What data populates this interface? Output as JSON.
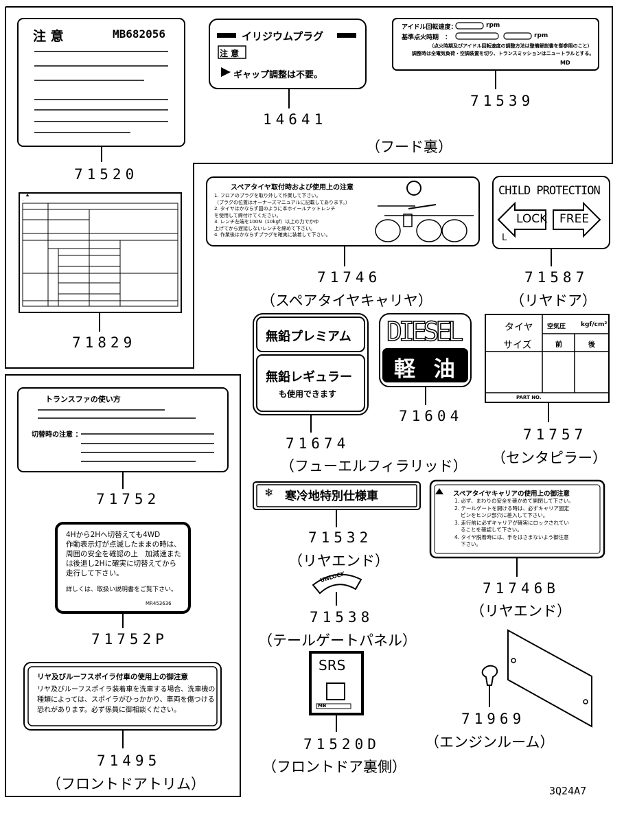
{
  "diagram_code": "3Q24A7",
  "parts": {
    "p71520": {
      "number": "71520",
      "heading": "注 意",
      "code": "MB682056"
    },
    "p14641": {
      "number": "14641",
      "title": "イリジウムプラグ",
      "caution": "注 意",
      "text": "ギャップ調整は不要。"
    },
    "p71539": {
      "number": "71539",
      "line1": "アイドル回転速度：",
      "line2": "基準点火時期　：",
      "unit": "rpm",
      "line3": "（点火時期及びアイドル回転速度の調整方法は整備解説書を御参照のこと）",
      "line4": "調整時は全電気負荷・空調装置を切り、トランスミッションはニュートラルとする。",
      "code": "MD"
    },
    "p71829": {
      "number": "71829"
    },
    "p71746": {
      "number": "71746",
      "location": "（スペアタイヤキャリヤ）",
      "title": "スペアタイヤ取付時および使用上の注意",
      "lines": [
        "1. フロアのプラグを取り外して作業して下さい。",
        "（プラグの位置はオーナーズマニュアルに記載してあります。）",
        "2. タイヤはかならず図のように本ホイールナットレンチ",
        "を使用して締付けてください。",
        "3. レンチ左端を100N（10kgf）以上の力でかゆ",
        "上げてから遅延しないレンチを締めて下さい。",
        "4. 作業後はかならずプラグを確実に装着して下さい。"
      ]
    },
    "p71587": {
      "number": "71587",
      "location": "（リヤドア）",
      "title": "CHILD PROTECTION",
      "lock": "LOCK",
      "free": "FREE",
      "side": "L"
    },
    "p71674": {
      "number": "71674",
      "location": "（フューエルフィラリッド）",
      "premium": "無鉛プレミアム",
      "regular": "無鉛レギュラー",
      "note": "も使用できます"
    },
    "p71604": {
      "number": "71604",
      "diesel": "DIESEL",
      "keiyu": "軽 油"
    },
    "p71757": {
      "number": "71757",
      "location": "（センタピラー）",
      "tire": "タイヤ",
      "size": "サイズ",
      "pressure": "空気圧",
      "unit": "kgf/cm²",
      "front": "前",
      "rear": "後",
      "partno": "PART NO."
    },
    "p71752": {
      "number": "71752",
      "title": "トランスファの使い方",
      "caution": "切替時の注意 ："
    },
    "p71752P": {
      "number": "71752P",
      "lines": [
        "4Hから2Hへ切替えても4WD",
        "作動表示灯が点滅したままの時は、",
        "周囲の安全を確認の上　加減速また",
        "は後退し2Hに確実に切替えてから",
        "走行して下さい。"
      ],
      "detail": "詳しくは、取扱い説明書をご覧下さい。",
      "code": "MR453636"
    },
    "p71532": {
      "number": "71532",
      "location": "（リヤエンド）",
      "text": "寒冷地特別仕様車"
    },
    "p71538": {
      "number": "71538",
      "location": "（テールゲートパネル）",
      "text": "UNLOCK"
    },
    "p71746B": {
      "number": "71746B",
      "location": "（リヤエンド）",
      "title": "スペアタイヤキャリアの使用上の御注意",
      "lines": [
        "1. 必ず、まわりの安全を確かめて開閉して下さい。",
        "2. テールゲートを開ける時は、必ずキャリア固定",
        "ピンをヒンジ部穴に差入して下さい。",
        "3. 走行前に必ずキャリアが確実にロックされてい",
        "ることを確認して下さい。",
        "4. タイヤ脱着時には、手をはさまないよう御注意",
        "下さい。"
      ]
    },
    "p71495": {
      "number": "71495",
      "location": "（フロントドアトリム）",
      "title": "リヤ及びルーフスポイラ付車の使用上の御注意",
      "lines": [
        "リヤ及びルーフスポイラ装着車を洗車する場合、洗車機の",
        "種類によっては、スポイラがひっかかり、車両を傷つける",
        "恐れがあります。必ず係員に御相談ください。"
      ]
    },
    "p71520D": {
      "number": "71520D",
      "location": "（フロントドア裏側）",
      "text": "SRS",
      "code": "MB"
    },
    "p71969": {
      "number": "71969",
      "location": "（エンジンルーム）"
    },
    "hood": {
      "location": "（フード裏）"
    }
  }
}
